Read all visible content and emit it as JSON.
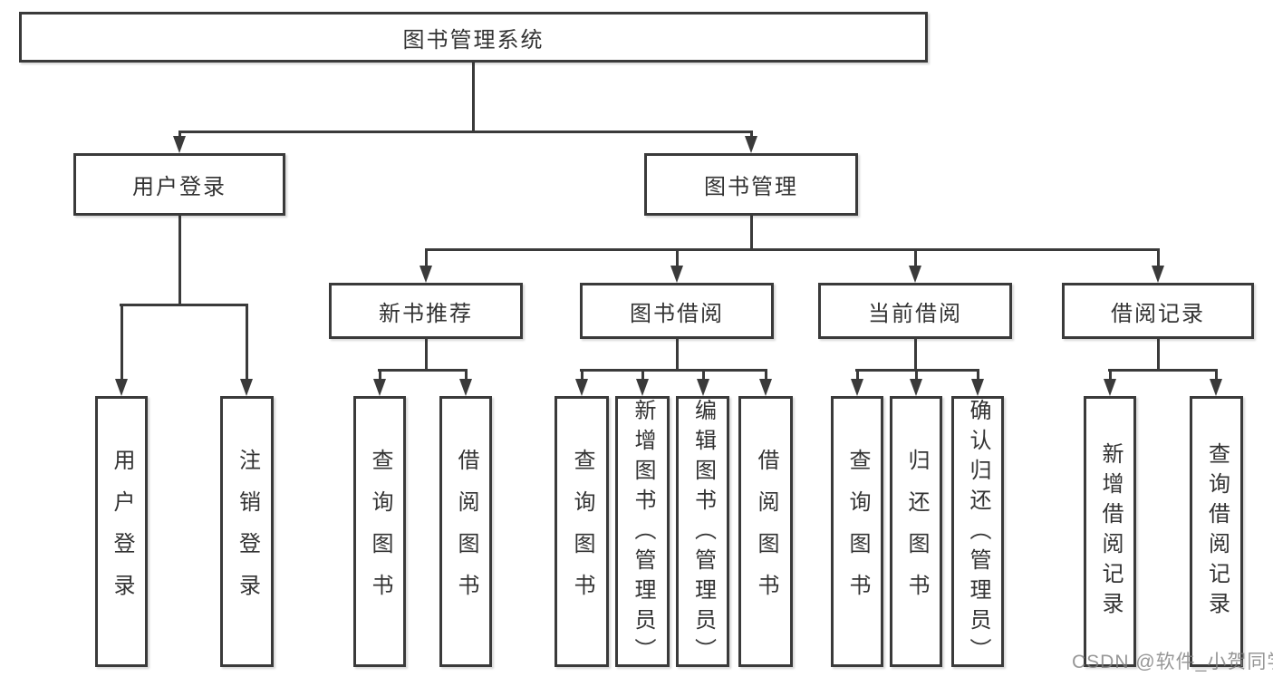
{
  "tree": {
    "root": {
      "label": "图书管理系统",
      "children": [
        {
          "label": "用户登录",
          "children": [
            {
              "label": "用户登录"
            },
            {
              "label": "注销登录"
            }
          ]
        },
        {
          "label": "图书管理",
          "children": [
            {
              "label": "新书推荐",
              "children": [
                {
                  "label": "查询图书"
                },
                {
                  "label": "借阅图书"
                }
              ]
            },
            {
              "label": "图书借阅",
              "children": [
                {
                  "label": "查询图书"
                },
                {
                  "label": "新增图书（管理员）"
                },
                {
                  "label": "编辑图书（管理员）"
                },
                {
                  "label": "借阅图书"
                }
              ]
            },
            {
              "label": "当前借阅",
              "children": [
                {
                  "label": "查询图书"
                },
                {
                  "label": "归还图书"
                },
                {
                  "label": "确认归还（管理员）"
                }
              ]
            },
            {
              "label": "借阅记录",
              "children": [
                {
                  "label": "新增借阅记录"
                },
                {
                  "label": "查询借阅记录"
                }
              ]
            }
          ]
        }
      ]
    }
  },
  "watermark": "CSDN @软件_小贺同学",
  "colors": {
    "line": "#3a3a3a",
    "text": "#333333",
    "background": "#ffffff",
    "watermark": "#808080"
  }
}
